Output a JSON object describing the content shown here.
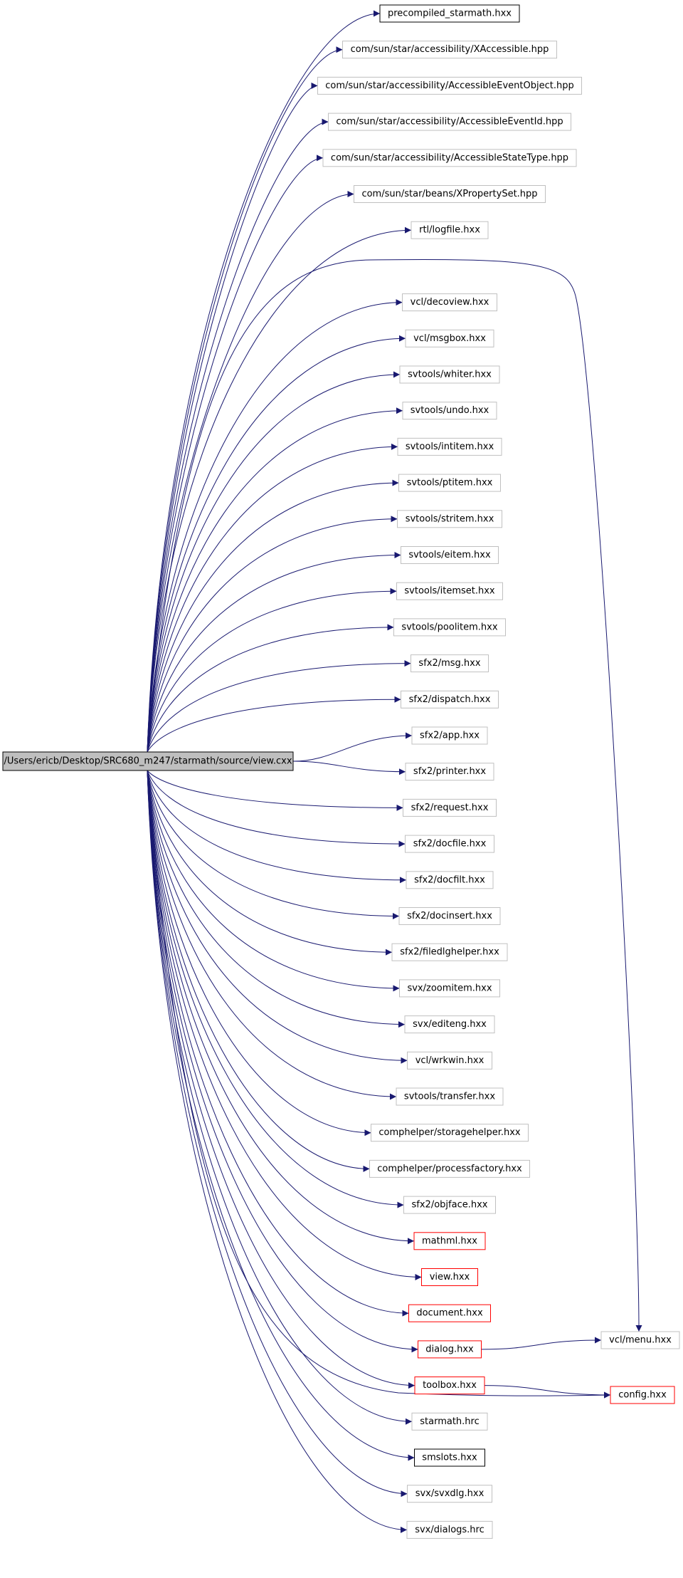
{
  "diagram": {
    "type": "include-dependency-graph",
    "colors": {
      "edge": "#191970",
      "box_plain": "#c0c0c0",
      "box_documented": "#000000",
      "box_incomplete": "#ff0000",
      "source_fill": "#bfbfbf",
      "source_border": "#000000"
    },
    "source": {
      "label": "/Users/ericb/Desktop/SRC680_m247/starmath/source/view.cxx"
    },
    "nodes": [
      {
        "id": "n1",
        "label": "precompiled_starmath.hxx",
        "style": "documented"
      },
      {
        "id": "n2",
        "label": "com/sun/star/accessibility/XAccessible.hpp",
        "style": "plain"
      },
      {
        "id": "n3",
        "label": "com/sun/star/accessibility/AccessibleEventObject.hpp",
        "style": "plain"
      },
      {
        "id": "n4",
        "label": "com/sun/star/accessibility/AccessibleEventId.hpp",
        "style": "plain"
      },
      {
        "id": "n5",
        "label": "com/sun/star/accessibility/AccessibleStateType.hpp",
        "style": "plain"
      },
      {
        "id": "n6",
        "label": "com/sun/star/beans/XPropertySet.hpp",
        "style": "plain"
      },
      {
        "id": "n7",
        "label": "rtl/logfile.hxx",
        "style": "plain"
      },
      {
        "id": "n8",
        "label": "vcl/decoview.hxx",
        "style": "plain"
      },
      {
        "id": "n9",
        "label": "vcl/msgbox.hxx",
        "style": "plain"
      },
      {
        "id": "n10",
        "label": "svtools/whiter.hxx",
        "style": "plain"
      },
      {
        "id": "n11",
        "label": "svtools/undo.hxx",
        "style": "plain"
      },
      {
        "id": "n12",
        "label": "svtools/intitem.hxx",
        "style": "plain"
      },
      {
        "id": "n13",
        "label": "svtools/ptitem.hxx",
        "style": "plain"
      },
      {
        "id": "n14",
        "label": "svtools/stritem.hxx",
        "style": "plain"
      },
      {
        "id": "n15",
        "label": "svtools/eitem.hxx",
        "style": "plain"
      },
      {
        "id": "n16",
        "label": "svtools/itemset.hxx",
        "style": "plain"
      },
      {
        "id": "n17",
        "label": "svtools/poolitem.hxx",
        "style": "plain"
      },
      {
        "id": "n18",
        "label": "sfx2/msg.hxx",
        "style": "plain"
      },
      {
        "id": "n19",
        "label": "sfx2/dispatch.hxx",
        "style": "plain"
      },
      {
        "id": "n20",
        "label": "sfx2/app.hxx",
        "style": "plain"
      },
      {
        "id": "n21",
        "label": "sfx2/printer.hxx",
        "style": "plain"
      },
      {
        "id": "n22",
        "label": "sfx2/request.hxx",
        "style": "plain"
      },
      {
        "id": "n23",
        "label": "sfx2/docfile.hxx",
        "style": "plain"
      },
      {
        "id": "n24",
        "label": "sfx2/docfilt.hxx",
        "style": "plain"
      },
      {
        "id": "n25",
        "label": "sfx2/docinsert.hxx",
        "style": "plain"
      },
      {
        "id": "n26",
        "label": "sfx2/filedlghelper.hxx",
        "style": "plain"
      },
      {
        "id": "n27",
        "label": "svx/zoomitem.hxx",
        "style": "plain"
      },
      {
        "id": "n28",
        "label": "svx/editeng.hxx",
        "style": "plain"
      },
      {
        "id": "n29",
        "label": "vcl/wrkwin.hxx",
        "style": "plain"
      },
      {
        "id": "n30",
        "label": "svtools/transfer.hxx",
        "style": "plain"
      },
      {
        "id": "n31",
        "label": "comphelper/storagehelper.hxx",
        "style": "plain"
      },
      {
        "id": "n32",
        "label": "comphelper/processfactory.hxx",
        "style": "plain"
      },
      {
        "id": "n33",
        "label": "sfx2/objface.hxx",
        "style": "plain"
      },
      {
        "id": "n34",
        "label": "mathml.hxx",
        "style": "incomplete"
      },
      {
        "id": "n35",
        "label": "view.hxx",
        "style": "incomplete"
      },
      {
        "id": "n36",
        "label": "document.hxx",
        "style": "incomplete"
      },
      {
        "id": "n37",
        "label": "dialog.hxx",
        "style": "incomplete"
      },
      {
        "id": "n38",
        "label": "toolbox.hxx",
        "style": "incomplete"
      },
      {
        "id": "n39",
        "label": "starmath.hrc",
        "style": "plain"
      },
      {
        "id": "n40",
        "label": "smslots.hxx",
        "style": "documented"
      },
      {
        "id": "n41",
        "label": "svx/svxdlg.hxx",
        "style": "plain"
      },
      {
        "id": "n42",
        "label": "svx/dialogs.hrc",
        "style": "plain"
      },
      {
        "id": "n43",
        "label": "vcl/menu.hxx",
        "style": "plain"
      },
      {
        "id": "n44",
        "label": "config.hxx",
        "style": "incomplete"
      }
    ],
    "edges": [
      {
        "from": "src",
        "to": "n1"
      },
      {
        "from": "src",
        "to": "n2"
      },
      {
        "from": "src",
        "to": "n3"
      },
      {
        "from": "src",
        "to": "n4"
      },
      {
        "from": "src",
        "to": "n5"
      },
      {
        "from": "src",
        "to": "n6"
      },
      {
        "from": "src",
        "to": "n7"
      },
      {
        "from": "src",
        "to": "n8"
      },
      {
        "from": "src",
        "to": "n9"
      },
      {
        "from": "src",
        "to": "n10"
      },
      {
        "from": "src",
        "to": "n11"
      },
      {
        "from": "src",
        "to": "n12"
      },
      {
        "from": "src",
        "to": "n13"
      },
      {
        "from": "src",
        "to": "n14"
      },
      {
        "from": "src",
        "to": "n15"
      },
      {
        "from": "src",
        "to": "n16"
      },
      {
        "from": "src",
        "to": "n17"
      },
      {
        "from": "src",
        "to": "n18"
      },
      {
        "from": "src",
        "to": "n19"
      },
      {
        "from": "src",
        "to": "n20"
      },
      {
        "from": "src",
        "to": "n21"
      },
      {
        "from": "src",
        "to": "n22"
      },
      {
        "from": "src",
        "to": "n23"
      },
      {
        "from": "src",
        "to": "n24"
      },
      {
        "from": "src",
        "to": "n25"
      },
      {
        "from": "src",
        "to": "n26"
      },
      {
        "from": "src",
        "to": "n27"
      },
      {
        "from": "src",
        "to": "n28"
      },
      {
        "from": "src",
        "to": "n29"
      },
      {
        "from": "src",
        "to": "n30"
      },
      {
        "from": "src",
        "to": "n31"
      },
      {
        "from": "src",
        "to": "n32"
      },
      {
        "from": "src",
        "to": "n33"
      },
      {
        "from": "src",
        "to": "n34"
      },
      {
        "from": "src",
        "to": "n35"
      },
      {
        "from": "src",
        "to": "n36"
      },
      {
        "from": "src",
        "to": "n37"
      },
      {
        "from": "src",
        "to": "n38"
      },
      {
        "from": "src",
        "to": "n39"
      },
      {
        "from": "src",
        "to": "n40"
      },
      {
        "from": "src",
        "to": "n41"
      },
      {
        "from": "src",
        "to": "n42"
      },
      {
        "from": "src",
        "to": "n43"
      },
      {
        "from": "src",
        "to": "n44"
      },
      {
        "from": "n37",
        "to": "n43"
      },
      {
        "from": "n38",
        "to": "n44"
      }
    ]
  }
}
